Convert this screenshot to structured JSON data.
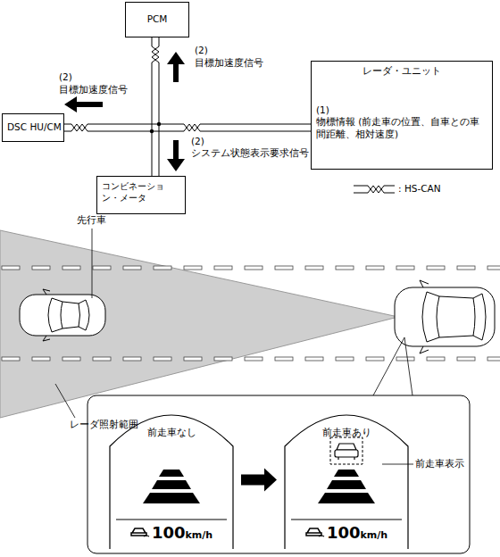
{
  "diagram": {
    "nodes": [
      {
        "text": [
          "PCM"
        ]
      },
      {
        "text": [
          "DSC HU/CM"
        ]
      },
      {
        "text": [
          "レーダ・ユニット",
          "(1)",
          "物標情報 (前走車の位置、自車との車間距離、相対速度)"
        ]
      },
      {
        "text": [
          "コンビネーション・メータ"
        ]
      },
      {
        "text": [
          "前走車なし",
          "100",
          "km/h"
        ]
      },
      {
        "text": [
          "前走車あり",
          "100",
          "km/h"
        ]
      }
    ],
    "edges": [
      {
        "from": 2,
        "to": 1,
        "arrow": "none"
      },
      {
        "from": 0,
        "to": 3,
        "arrow": "none"
      },
      {
        "from": 4,
        "to": 5,
        "arrow": "to"
      }
    ],
    "labels": [
      "(2)",
      "目標加速度信号",
      "(2)",
      "目標加速度信号",
      "(2)",
      "システム状態表示要求信号",
      "先行車",
      "レーダ照射範囲",
      "前走車表示"
    ],
    "legend": [
      {
        "text": ": HS-CAN"
      }
    ]
  }
}
